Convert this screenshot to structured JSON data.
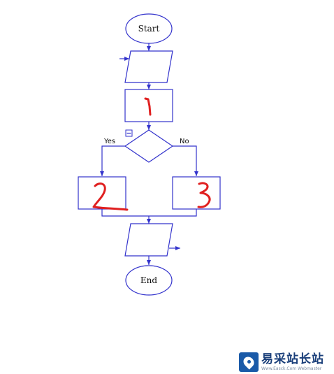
{
  "diagram": {
    "nodes": {
      "start": {
        "label": "Start",
        "shape": "ellipse"
      },
      "input": {
        "label": "",
        "shape": "parallelogram"
      },
      "step1": {
        "label": "",
        "shape": "rectangle",
        "handwritten_mark": "1"
      },
      "decision": {
        "label": "",
        "shape": "diamond"
      },
      "step2": {
        "label": "",
        "shape": "rectangle",
        "handwritten_mark": "2"
      },
      "step3": {
        "label": "",
        "shape": "rectangle",
        "handwritten_mark": "3"
      },
      "output": {
        "label": "",
        "shape": "parallelogram"
      },
      "end": {
        "label": "End",
        "shape": "ellipse"
      }
    },
    "edges": [
      {
        "from": "start",
        "to": "input"
      },
      {
        "from": "input",
        "to": "step1"
      },
      {
        "from": "step1",
        "to": "decision"
      },
      {
        "from": "decision",
        "to": "step2",
        "label": "Yes"
      },
      {
        "from": "decision",
        "to": "step3",
        "label": "No"
      },
      {
        "from": "step2",
        "to": "output"
      },
      {
        "from": "step3",
        "to": "output"
      },
      {
        "from": "output",
        "to": "end"
      }
    ],
    "branch_labels": {
      "yes": "Yes",
      "no": "No"
    },
    "colors": {
      "stroke": "#3333cc",
      "annotation": "#e02020",
      "text": "#111111"
    }
  },
  "watermark": {
    "title": "易采站长站",
    "subtitle": "Www.Easck.Com  Webmaster"
  }
}
